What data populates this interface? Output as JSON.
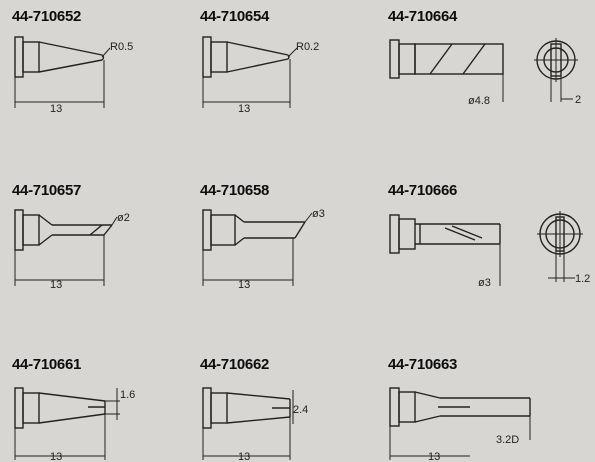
{
  "tips": [
    {
      "part": "44-710652",
      "dim": "R0.5",
      "len": "13"
    },
    {
      "part": "44-710654",
      "dim": "R0.2",
      "len": "13"
    },
    {
      "part": "44-710664",
      "dim": "ø4.8",
      "side": "2"
    },
    {
      "part": "44-710657",
      "dim": "ø2",
      "len": "13"
    },
    {
      "part": "44-710658",
      "dim": "ø3",
      "len": "13"
    },
    {
      "part": "44-710666",
      "dim": "ø3",
      "side": "1.2"
    },
    {
      "part": "44-710661",
      "dim": "1.6",
      "len": "13"
    },
    {
      "part": "44-710662",
      "dim": "2.4",
      "len": "13"
    },
    {
      "part": "44-710663",
      "dim": "3.2D",
      "len": "13"
    }
  ]
}
